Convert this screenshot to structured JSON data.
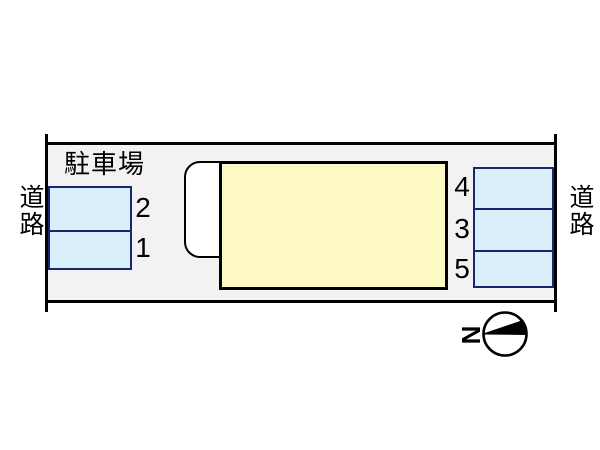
{
  "site_plan": {
    "parking_area_label": "駐車場",
    "road_label_left": "道路",
    "road_label_right": "道路",
    "left_parking_spots": [
      "2",
      "1"
    ],
    "right_parking_spots": [
      "4",
      "3",
      "5"
    ],
    "compass": {
      "north_label": "N",
      "needle_direction": "left"
    },
    "colors": {
      "plot_fill": "#f2f2f2",
      "outline": "#000000",
      "parking_fill": "#d9f0fa",
      "parking_border": "#1a2470",
      "building_fill": "#fdf9c5",
      "entrance_fill": "#ffffff"
    }
  }
}
